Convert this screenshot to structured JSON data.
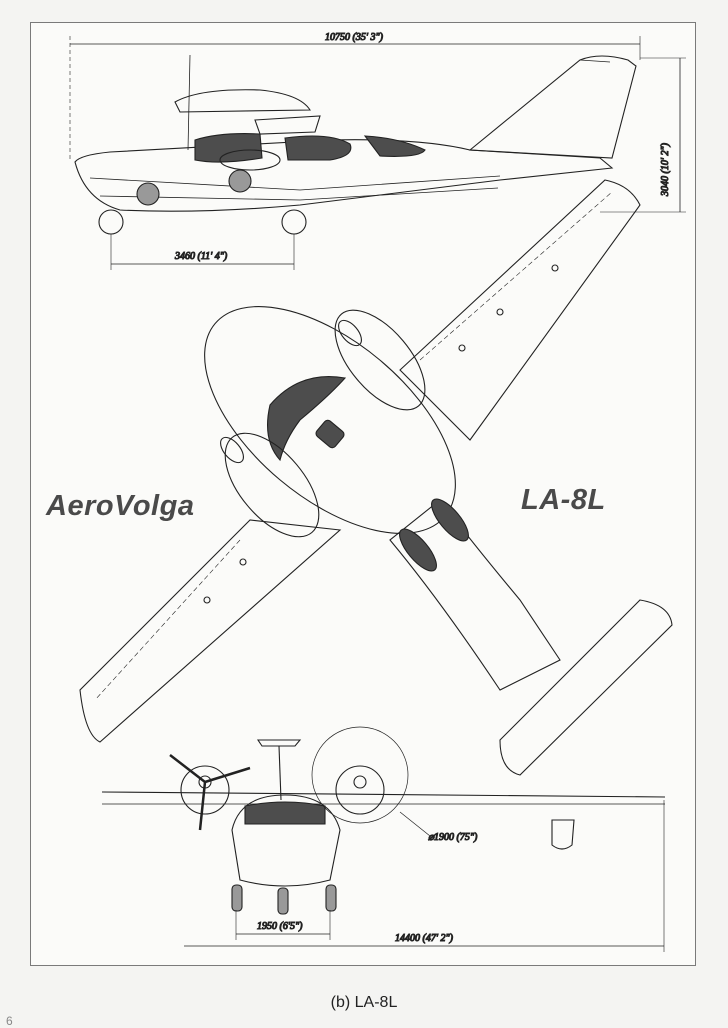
{
  "dimensions": {
    "length": "10750 (35' 3\")",
    "height": "3040 (10' 2\")",
    "gear_track": "3460 (11' 4\")",
    "prop_diameter": "⌀1900 (75\")",
    "main_gear_track": "1950 (6'5\")",
    "span": "14400 (47' 2\")"
  },
  "labels": {
    "manufacturer": "AeroVolga",
    "model": "LA-8L"
  },
  "caption": "(b) LA-8L",
  "page_marker": "6"
}
